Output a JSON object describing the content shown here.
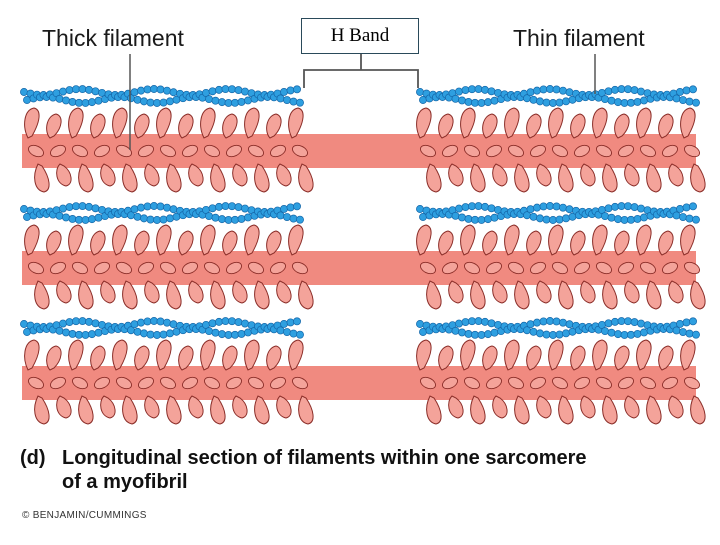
{
  "labels": {
    "thick_filament": "Thick filament",
    "thin_filament": "Thin filament",
    "h_band": "H Band"
  },
  "caption": {
    "tag": "(d)",
    "line1": "Longitudinal section of filaments within one sarcomere",
    "line2": "of a myofibril"
  },
  "credit": "© BENJAMIN/CUMMINGS",
  "colors": {
    "actin_bead": "#2e9fe0",
    "actin_bead_edge": "#1466a8",
    "myosin_rod": "#f08a80",
    "myosin_head": "#f4a39a",
    "myosin_edge": "#8a2d28",
    "leader_line": "#555555"
  }
}
